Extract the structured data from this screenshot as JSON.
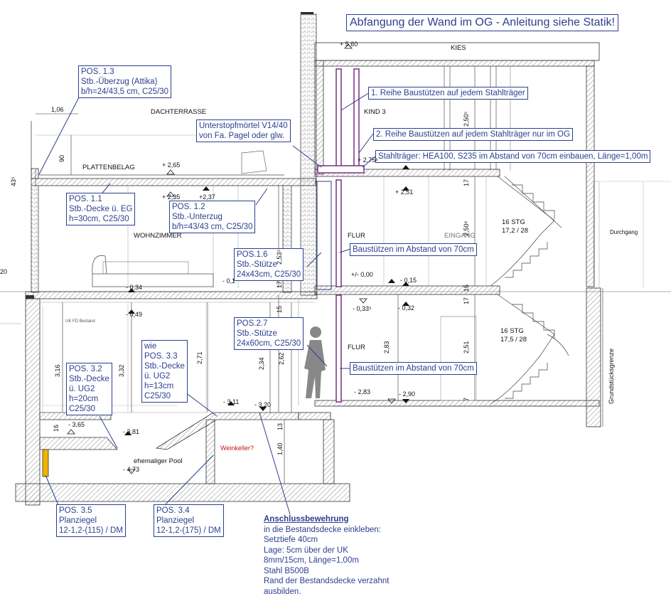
{
  "callouts": {
    "abfangung": "Abfangung der Wand im OG - Anleitung siehe Statik!",
    "pos13": [
      "POS. 1.3",
      "Stb.-Überzug (Attika)",
      "b/h=24/43,5 cm, C25/30"
    ],
    "unterstopf": [
      "Unterstopfmörtel V14/40",
      "von Fa. Pagel oder glw."
    ],
    "reihe1": "1. Reihe Baustützen auf jedem Stahlträger",
    "reihe2": "2. Reihe Baustützen auf jedem Stahlträger nur im OG",
    "stahltraeger": "Stahlträger: HEA100, S235 im Abstand von 70cm einbauen, Länge=1,00m",
    "pos11": [
      "POS. 1.1",
      "Stb.-Decke ü. EG",
      "h=30cm, C25/30"
    ],
    "pos12": [
      "POS. 1.2",
      "Stb.-Unterzug",
      "b/h=43/43 cm, C25/30"
    ],
    "pos16": [
      "POS.1.6",
      "Stb.-Stütze",
      "24x43cm, C25/30"
    ],
    "baustuetzen1": "Baustützen im Abstand von 70cm",
    "pos27": [
      "POS.2.7",
      "Stb.-Stütze",
      "24x60cm, C25/30"
    ],
    "baustuetzen2": "Baustützen im Abstand von 70cm",
    "pos33": [
      "wie",
      "POS. 3.3",
      "Stb.-Decke",
      "ü. UG2",
      "h=13cm",
      "C25/30"
    ],
    "pos32": [
      "POS. 3.2",
      "Stb.-Decke",
      "ü. UG2",
      "h=20cm",
      "C25/30"
    ],
    "pos35": [
      "POS. 3.5",
      "Planziegel",
      "12-1,2-(115) / DM"
    ],
    "pos34": [
      "POS. 3.4",
      "Planziegel",
      "12-1,2-(175) / DM"
    ],
    "anschluss_title": "Anschlussbewehrung",
    "anschluss_lines": [
      "in die Bestandsdecke einkleben:",
      "Setztiefe 40cm",
      "Lage: 5cm über der UK",
      "8mm/15cm, Länge=1,00m",
      "Stahl B500B",
      "Rand der Bestandsdecke verzahnt",
      "ausbilden."
    ]
  },
  "rooms": {
    "kies": "KIES",
    "kind3": "KIND 3",
    "dachterrasse": "DACHTERRASSE",
    "plattenbelag": "PLATTENBELAG",
    "wohnzimmer": "WOHNZIMMER",
    "flur_eg": "FLUR",
    "eingang": "EINGANG",
    "flur_ug": "FLUR",
    "durchgang": "Durchgang",
    "ehemaliger_pool": "ehemaliger Pool",
    "weinkeller": "Weinkeller?",
    "uk_fd": "UK FD Bestand",
    "grundstuecksgrenze": "Grundstücksgrenze",
    "stg1": [
      "16 STG",
      "17,2 / 28"
    ],
    "stg2": [
      "16 STG",
      "17,5 / 28"
    ]
  },
  "levels": {
    "l560": "+ 5,60",
    "l265": "+ 2,65",
    "l235": "+ 2,35",
    "l237": "+2,37",
    "l275": "+ 2,75⁶",
    "l251": "+ 2,51",
    "l000": "+/- 0,00",
    "l015": "- 0,15",
    "l034": "- 0,34",
    "l049": "- 0,49",
    "l017": "- 0,1",
    "l033": "- 0,33⁵",
    "l032": "- 0,32",
    "l311": "- 3,11",
    "l320": "- 3,20",
    "l365": "- 3,65",
    "l381": "- 3,81",
    "l283": "- 2,83",
    "l290": "- 2,90",
    "l473": "- 4,73"
  },
  "dims": {
    "d106": "1,06",
    "d90": "90",
    "d435": "43⁵",
    "d2505a": "2,50⁵",
    "d2508": "2,50⁸",
    "d17a": "17",
    "d17b": "17",
    "d17c": "17",
    "d253": "2,53⁵",
    "d15": "15",
    "d283": "2,83",
    "d251": "2,51",
    "d316": "3,16",
    "d332": "3,32",
    "d271": "2,71",
    "d234": "2,34",
    "d262": "2,62",
    "d16": "16",
    "d13": "13",
    "d140": "1,40",
    "d20": "20",
    "d7": "7",
    "d15b": "15"
  },
  "colors": {
    "callout": "#2c3f8f",
    "support": "#7b2d83",
    "lines": "#222222",
    "hatch": "#8a8a8a",
    "yellow": "#f0b400",
    "red_text": "#c0141c"
  }
}
